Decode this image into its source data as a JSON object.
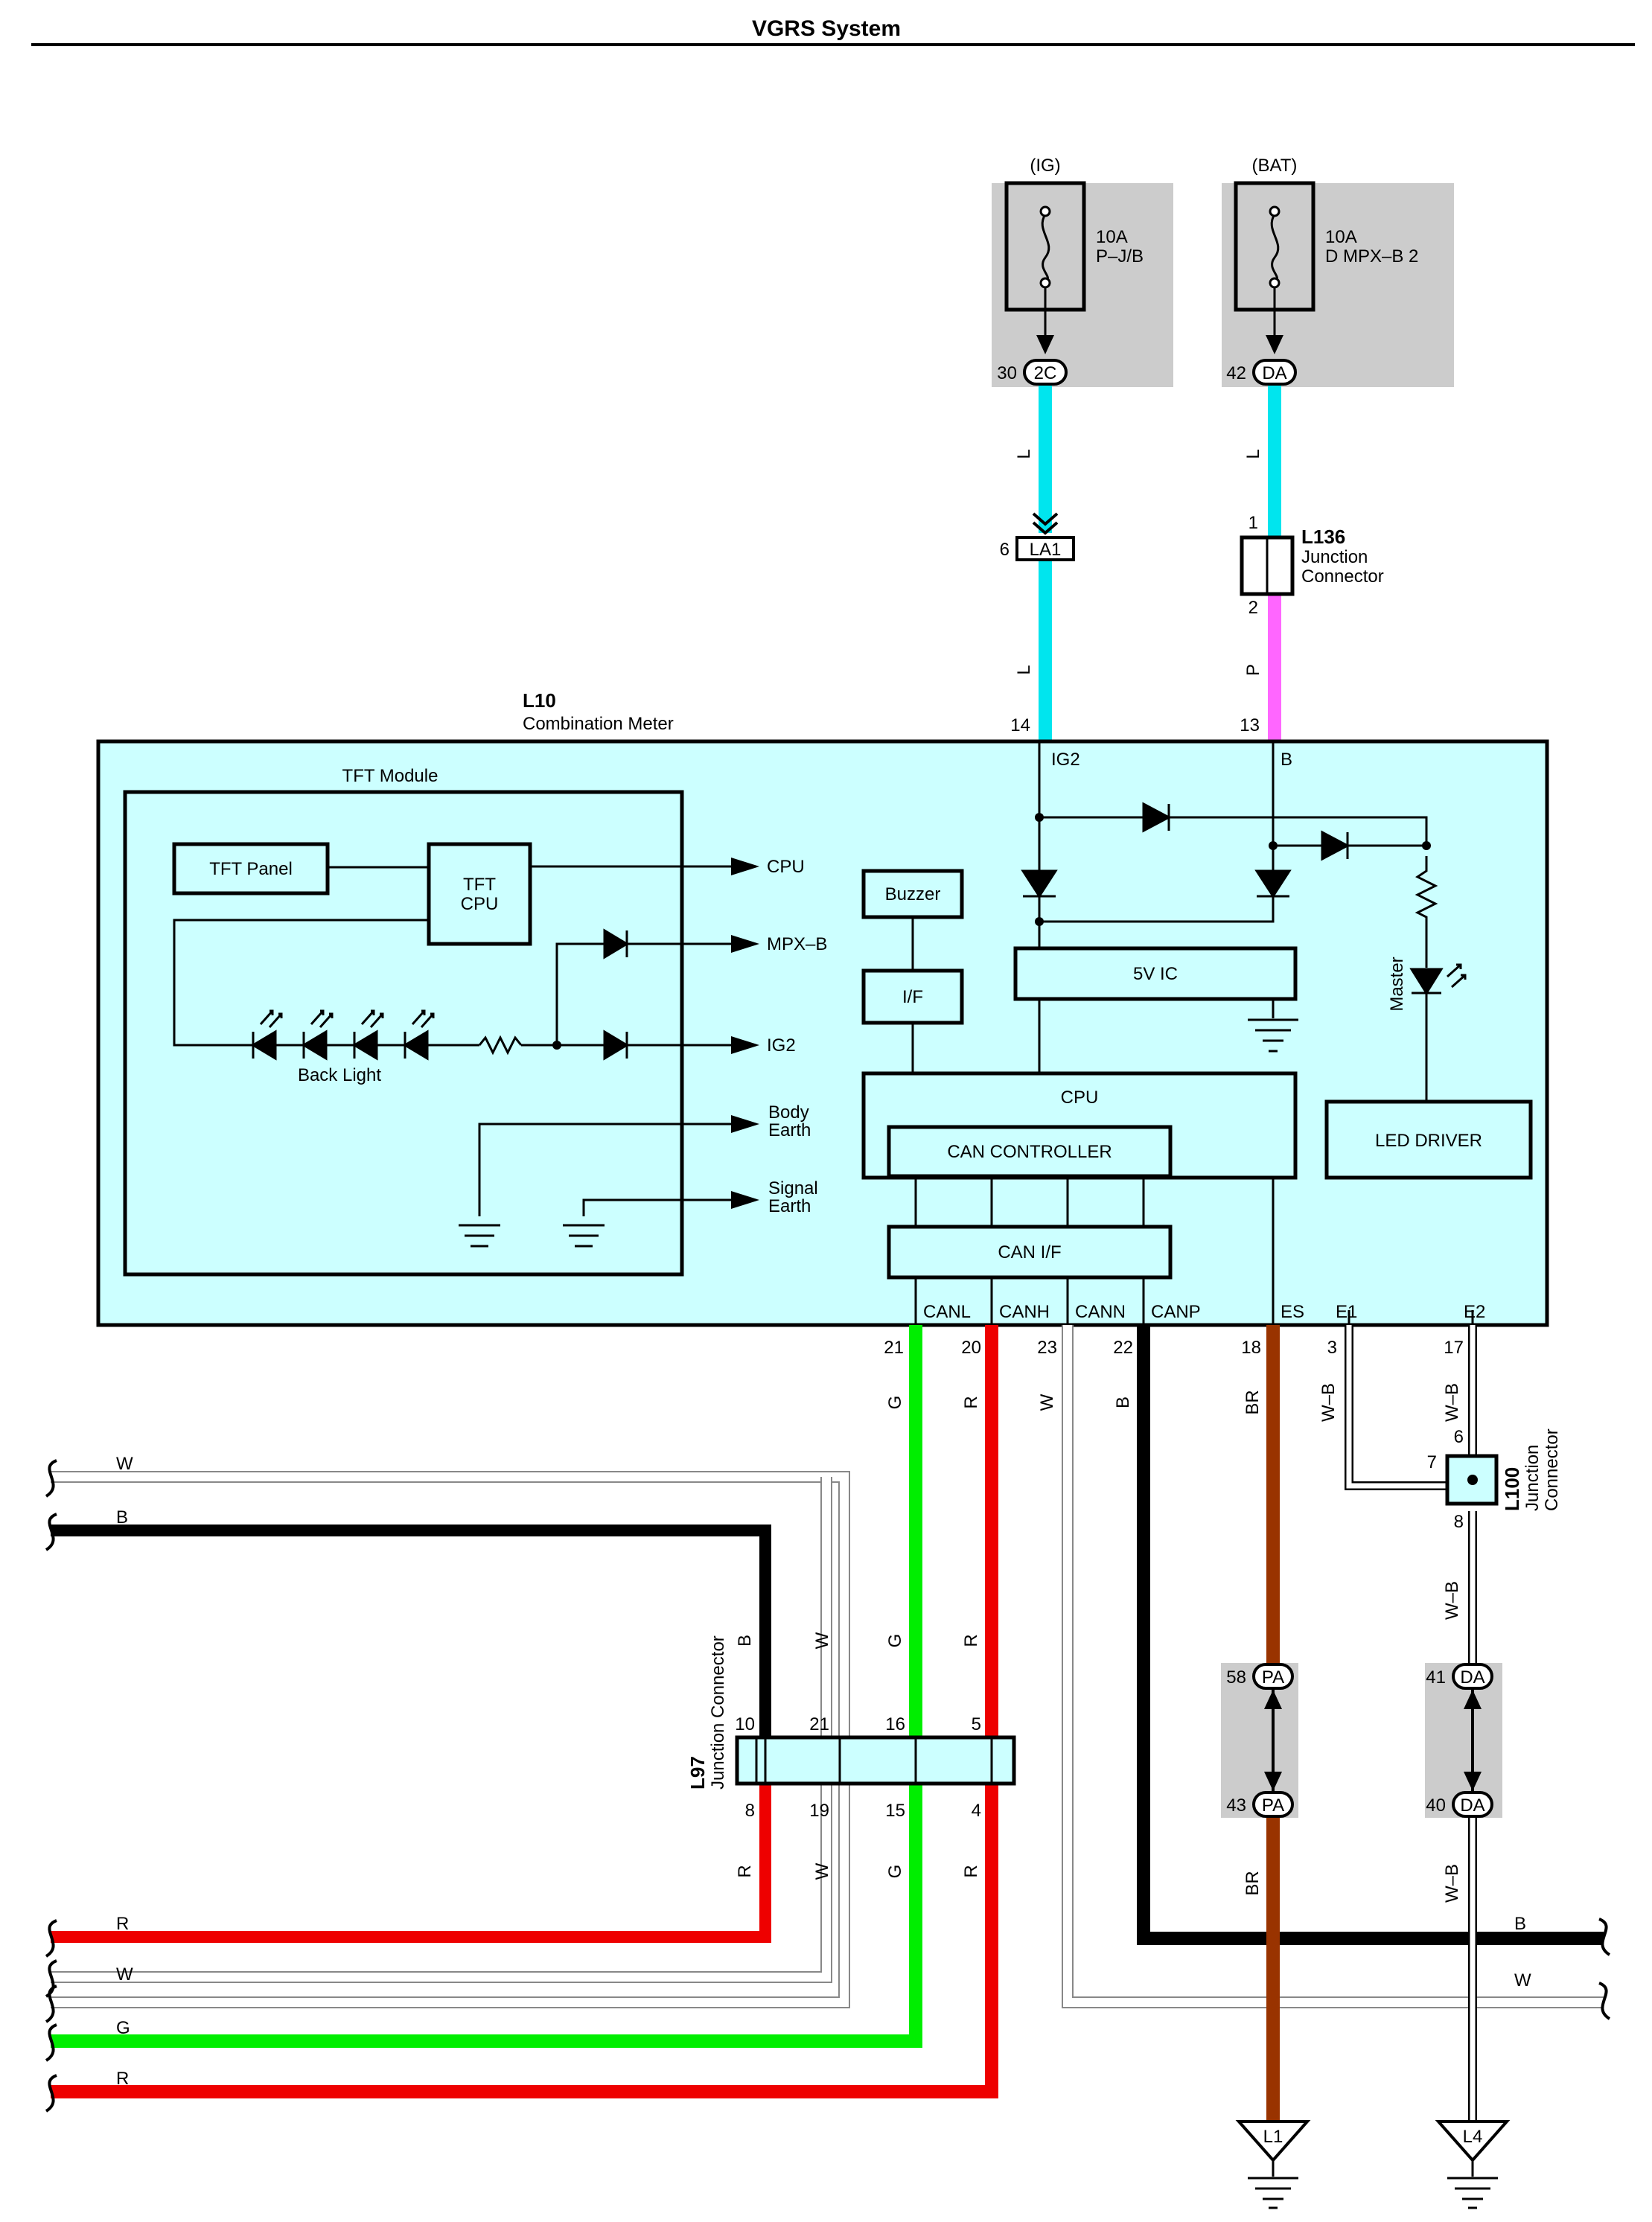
{
  "title": "VGRS System",
  "colors": {
    "L": "#00e5ee",
    "P": "#ff66ff",
    "G": "#00ee00",
    "R": "#ee0000",
    "B": "#000000",
    "BR": "#993300",
    "W": "#ffffff",
    "meter_fill": "#ccffff",
    "fuse_bg": "#cccccc"
  },
  "fuses": {
    "ig": {
      "source": "(IG)",
      "rating": "10A",
      "name": "P–J/B",
      "pin": "30",
      "conn": "2C"
    },
    "bat": {
      "source": "(BAT)",
      "rating": "10A",
      "name": "D MPX–B 2",
      "pin": "42",
      "conn": "DA"
    }
  },
  "la1": {
    "pin": "6",
    "name": "LA1"
  },
  "l136": {
    "id": "L136",
    "line1": "Junction",
    "line2": "Connector",
    "pin_top": "1",
    "pin_bottom": "2"
  },
  "meter": {
    "id": "L10",
    "name": "Combination Meter",
    "pin_ig2": "14",
    "pin_b": "13",
    "label_ig2": "IG2",
    "label_b": "B",
    "tft_module": "TFT Module",
    "tft_panel": "TFT Panel",
    "tft_cpu_1": "TFT",
    "tft_cpu_2": "CPU",
    "out_cpu": "CPU",
    "out_mpxb": "MPX–B",
    "out_ig2": "IG2",
    "out_body_1": "Body",
    "out_body_2": "Earth",
    "out_signal_1": "Signal",
    "out_signal_2": "Earth",
    "back_light": "Back Light",
    "buzzer": "Buzzer",
    "if": "I/F",
    "ic5v": "5V IC",
    "cpu": "CPU",
    "can_controller": "CAN CONTROLLER",
    "can_if": "CAN I/F",
    "master": "Master",
    "led_driver": "LED DRIVER",
    "term_canl": "CANL",
    "term_canh": "CANH",
    "term_cann": "CANN",
    "term_canp": "CANP",
    "term_es": "ES",
    "term_e1": "E1",
    "term_e2": "E2",
    "pin_canl": "21",
    "pin_canh": "20",
    "pin_cann": "23",
    "pin_canp": "22",
    "pin_es": "18",
    "pin_e1": "3",
    "pin_e2": "17"
  },
  "wire_labels": {
    "l1": "L",
    "l2": "L",
    "l3": "L",
    "p": "P",
    "g_top": "G",
    "r_top": "R",
    "w_top": "W",
    "b_top": "B",
    "br_top": "BR",
    "wb_e1": "W–B",
    "wb_e2": "W–B",
    "wb_mid": "W–B",
    "br_bot": "BR",
    "wb_bot": "W–B",
    "b_l97": "B",
    "w_l97": "W",
    "g_l97": "G",
    "r_l97": "R",
    "r_l97b": "R",
    "w_l97b": "W",
    "g_l97b": "G",
    "r_l97c": "R",
    "left_w1": "W",
    "left_b": "B",
    "left_r": "R",
    "left_w2": "W",
    "left_g": "G",
    "left_r2": "R",
    "right_b": "B",
    "right_w": "W"
  },
  "l100": {
    "id": "L100",
    "line1": "Junction",
    "line2": "Connector",
    "pin_top": "6",
    "pin_left": "7",
    "pin_bottom": "8"
  },
  "l97": {
    "id": "L97",
    "name": "Junction Connector",
    "pins_top": [
      "10",
      "21",
      "16",
      "5"
    ],
    "pins_bottom": [
      "8",
      "19",
      "15",
      "4"
    ]
  },
  "pa": {
    "pin_top": "58",
    "pin_bottom": "43",
    "conn": "PA"
  },
  "da": {
    "pin_top": "41",
    "pin_bottom": "40",
    "conn": "DA"
  },
  "grounds": {
    "left": "L1",
    "right": "L4"
  }
}
